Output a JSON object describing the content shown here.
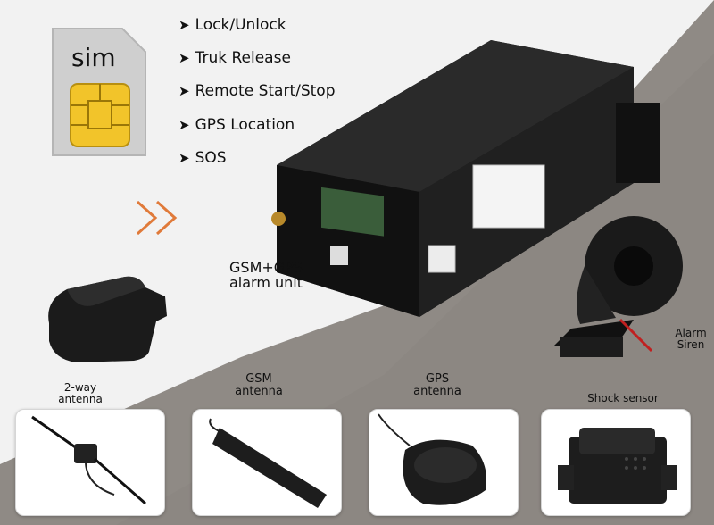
{
  "features": [
    {
      "label": "Lock/Unlock",
      "icon": "arrow-bullet-icon"
    },
    {
      "label": "Truk Release",
      "icon": "arrow-bullet-icon"
    },
    {
      "label": "Remote Start/Stop",
      "icon": "arrow-bullet-icon"
    },
    {
      "label": "GPS Location",
      "icon": "arrow-bullet-icon"
    },
    {
      "label": "SOS",
      "icon": "arrow-bullet-icon"
    }
  ],
  "sim": {
    "label": "sim"
  },
  "main_unit": {
    "line1": "GSM+GPS",
    "line2": "alarm unit"
  },
  "siren": {
    "line1": "Alarm",
    "line2": "Siren"
  },
  "accessories": [
    {
      "line1": "2-way",
      "line2": "antenna"
    },
    {
      "line1": "GSM",
      "line2": "antenna"
    },
    {
      "line1": "GPS",
      "line2": "antenna"
    },
    {
      "line1": "Shock sensor",
      "line2": ""
    }
  ],
  "colors": {
    "accent_arrows": "#e07a3a",
    "chip_gold": "#f2c42a",
    "dark_panel": "#8a8580"
  }
}
